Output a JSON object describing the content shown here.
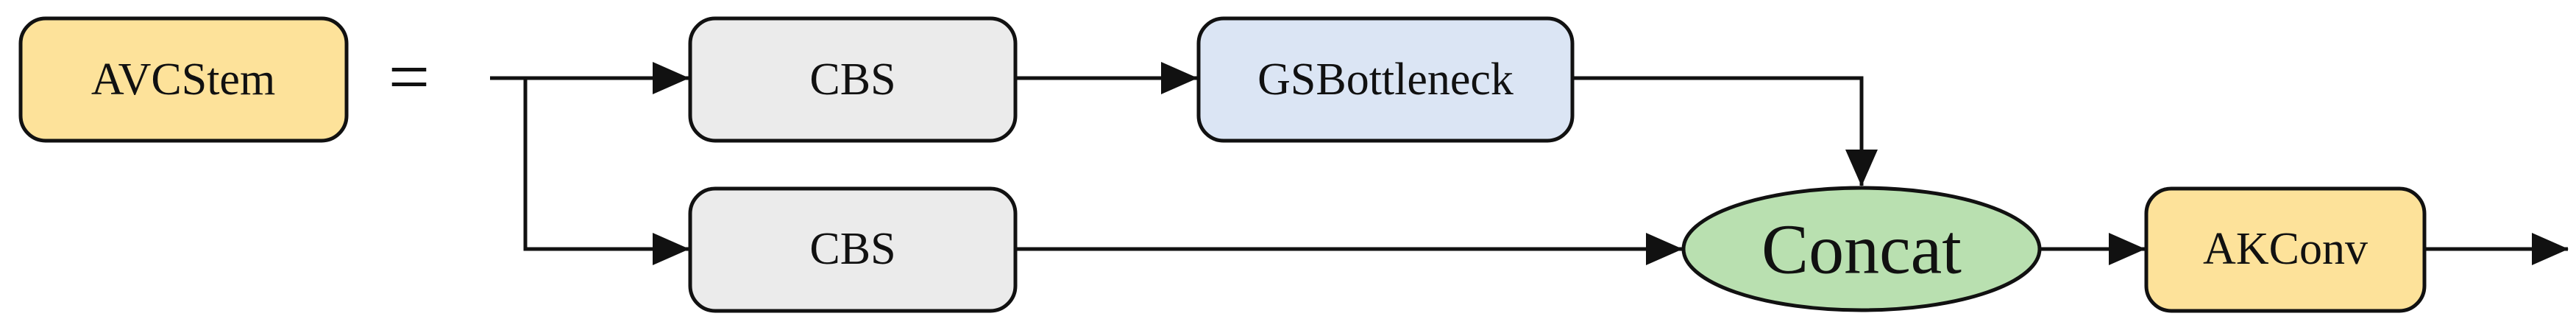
{
  "diagram": {
    "definition": {
      "label": "AVCStem",
      "equals": "="
    },
    "nodes": [
      {
        "id": "cbs_top",
        "label": "CBS",
        "color": "#ebebeb"
      },
      {
        "id": "gsbottleneck",
        "label": "GSBottleneck",
        "color": "#dbe5f4"
      },
      {
        "id": "cbs_bottom",
        "label": "CBS",
        "color": "#ebebeb"
      },
      {
        "id": "concat",
        "label": "Concat",
        "color": "#b9e0b0"
      },
      {
        "id": "akconv",
        "label": "AKConv",
        "color": "#fde29a"
      }
    ],
    "edges": [
      {
        "from": "input",
        "to": "cbs_top"
      },
      {
        "from": "input",
        "to": "cbs_bottom"
      },
      {
        "from": "cbs_top",
        "to": "gsbottleneck"
      },
      {
        "from": "gsbottleneck",
        "to": "concat"
      },
      {
        "from": "cbs_bottom",
        "to": "concat"
      },
      {
        "from": "concat",
        "to": "akconv"
      },
      {
        "from": "akconv",
        "to": "output"
      }
    ],
    "colors": {
      "avcstem": "#fde29a",
      "stroke": "#111111"
    }
  }
}
